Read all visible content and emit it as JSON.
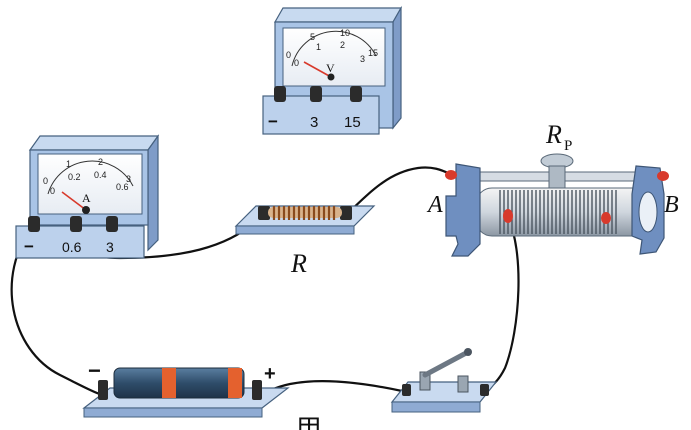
{
  "voltmeter": {
    "symbol": "V",
    "scale_outer": [
      "0",
      "5",
      "10",
      "15"
    ],
    "scale_inner": [
      "0",
      "1",
      "2",
      "3"
    ],
    "terminals": [
      "−",
      "3",
      "15"
    ]
  },
  "ammeter": {
    "symbol": "A",
    "scale_outer": [
      "0",
      "1",
      "2",
      "3"
    ],
    "scale_inner": [
      "0",
      "0.2",
      "0.4",
      "0.6"
    ],
    "terminals": [
      "−",
      "0.6",
      "3"
    ]
  },
  "resistor": {
    "label": "R"
  },
  "rheostat": {
    "label_main": "R",
    "label_sub": "P",
    "end_a": "A",
    "end_b": "B"
  },
  "battery": {
    "minus": "−",
    "plus": "+"
  },
  "caption": "甲",
  "colors": {
    "meter_body": "#a9c4e6",
    "meter_dark": "#6f8fc0",
    "wire": "#111111",
    "coil": "#9a5a2a",
    "battery_body": "#3e5f7e",
    "battery_band": "#e4612e",
    "terminal_red": "#d83a2c"
  }
}
